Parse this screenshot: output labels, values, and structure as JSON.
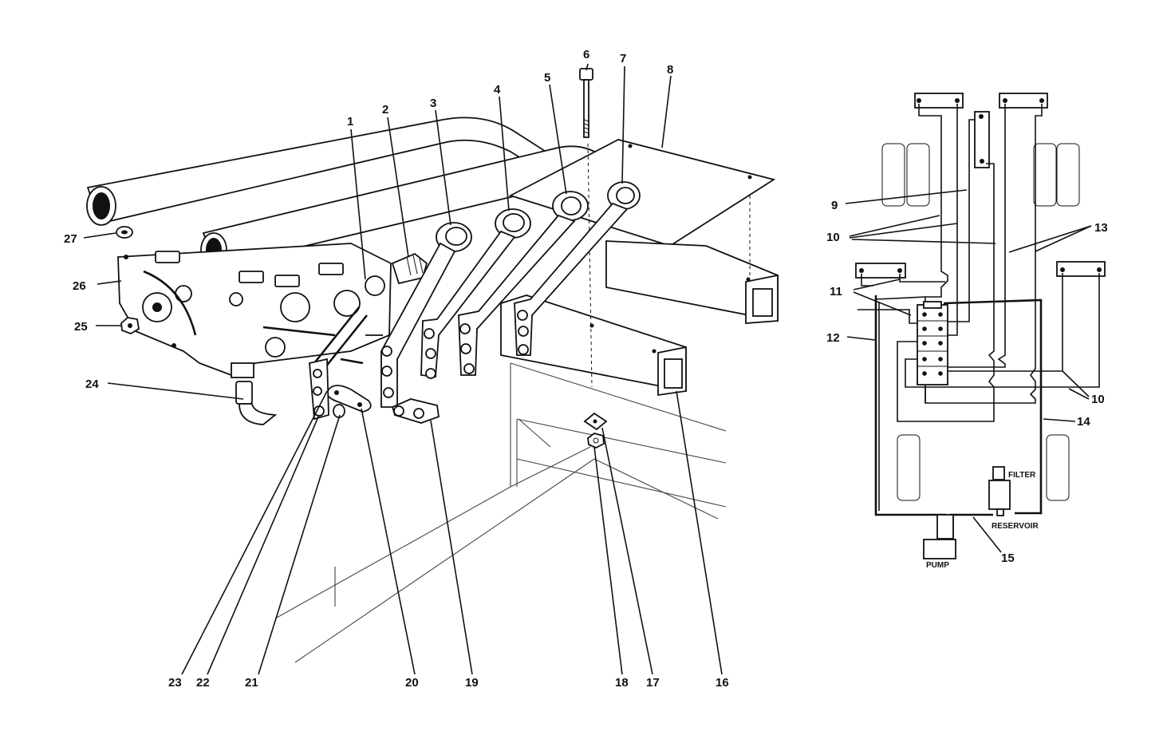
{
  "callouts_left": [
    "1",
    "2",
    "3",
    "4",
    "5",
    "6",
    "7",
    "8",
    "16",
    "17",
    "18",
    "19",
    "20",
    "21",
    "22",
    "23",
    "24",
    "25",
    "26",
    "27"
  ],
  "callouts_right": [
    "9",
    "10",
    "10",
    "11",
    "12",
    "13",
    "14",
    "15"
  ],
  "schematic_labels": {
    "filter": "FILTER",
    "reservoir": "RESERVOIR",
    "pump": "PUMP"
  },
  "line_color": "#111111",
  "background": "#ffffff"
}
